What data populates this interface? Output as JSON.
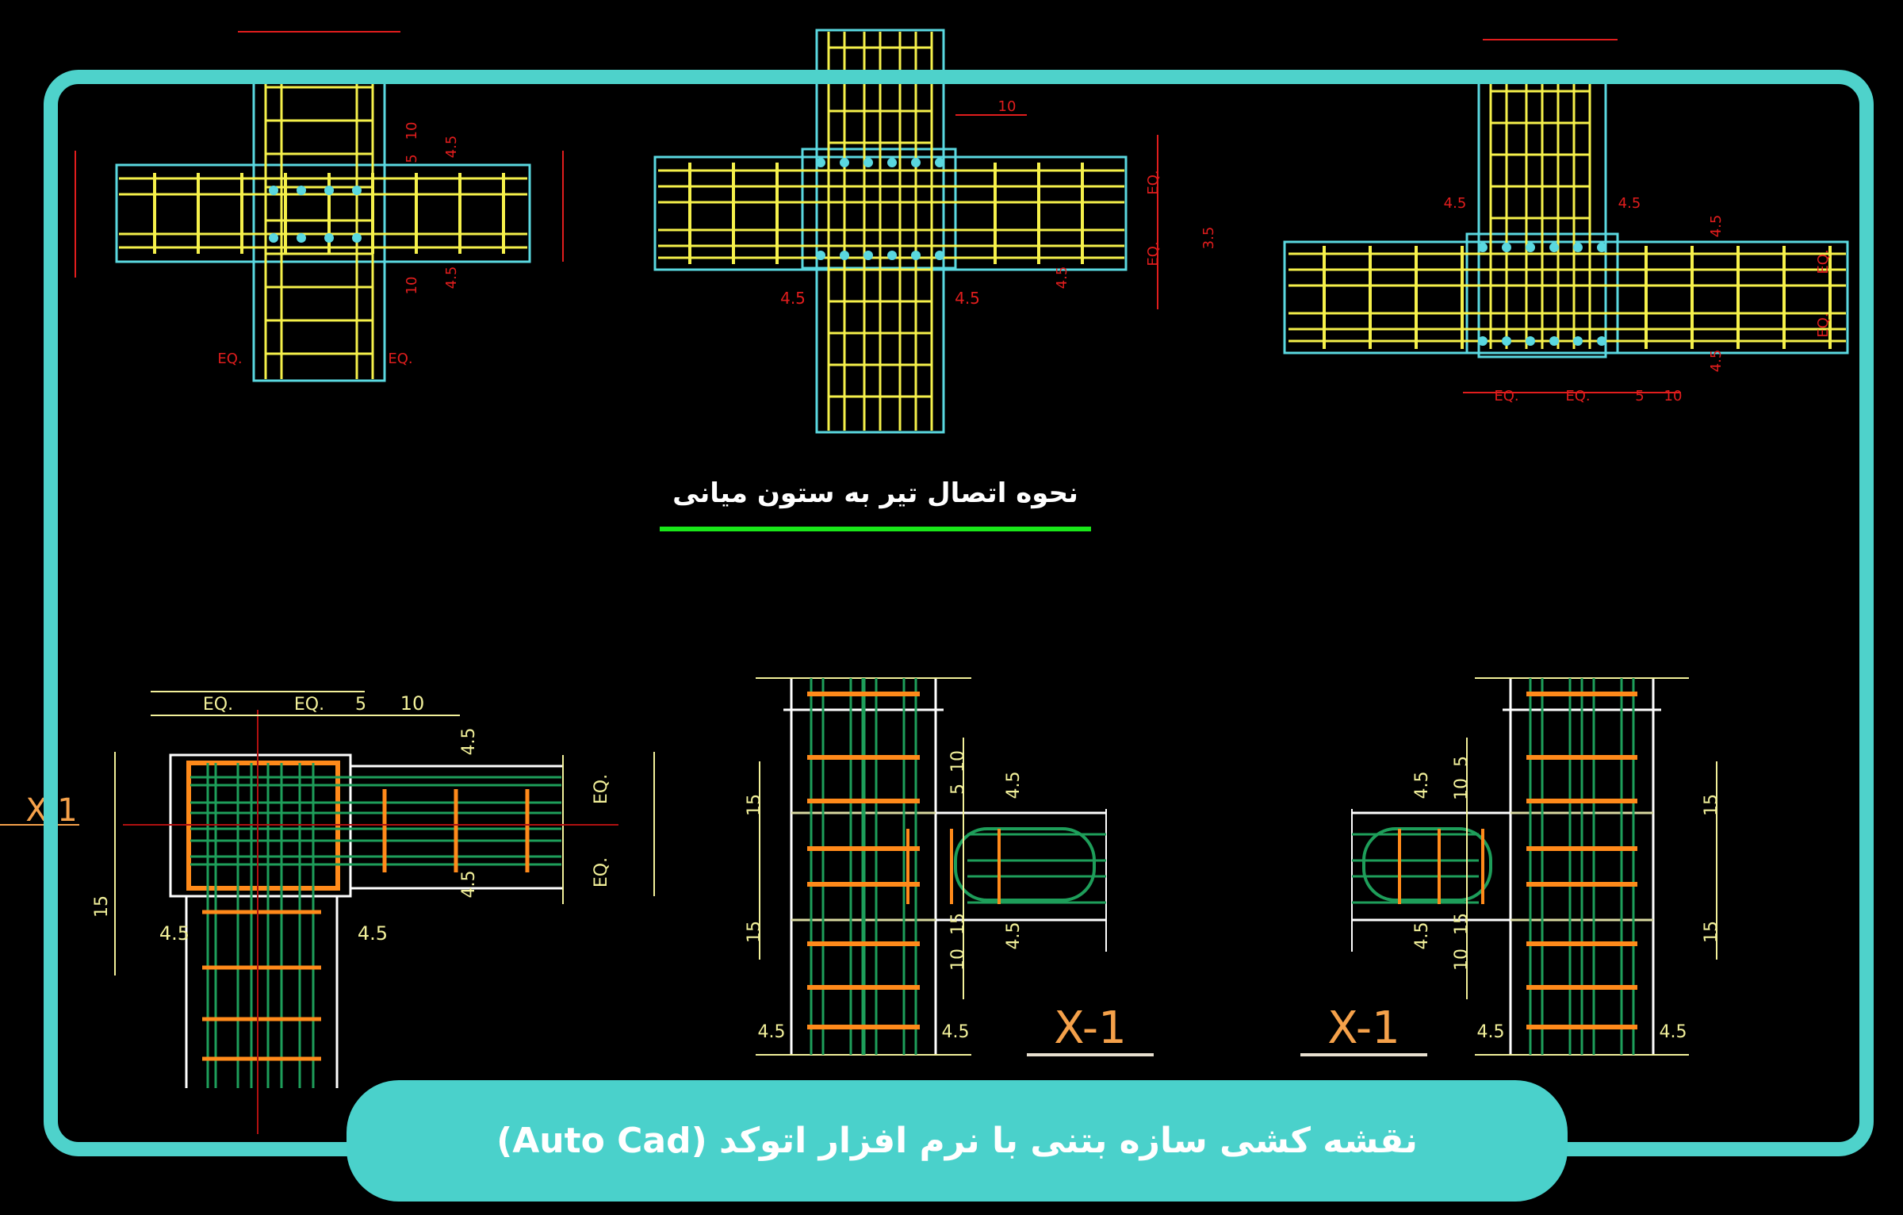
{
  "banner": {
    "text": "نقشه کشی سازه بتنی با نرم افزار اتوکد (Auto Cad)"
  },
  "drawing": {
    "title": "نحوه اتصال تیر به ستون میانی",
    "section_labels": [
      "X-1",
      "X-1",
      "X-1"
    ],
    "dimension_labels": {
      "bottom_left": [
        "EQ.",
        "EQ.",
        "5",
        "10",
        "4.5",
        "4.5",
        "EQ.",
        "EQ.",
        "15",
        "4.5",
        "4.5"
      ],
      "bottom_middle": [
        "15",
        "15",
        "5",
        "10",
        "4.5",
        "4.5",
        "10",
        "15",
        "4.5",
        "4.5"
      ],
      "bottom_right": [
        "4.5",
        "5",
        "10",
        "4.5",
        "10",
        "15",
        "15",
        "15",
        "4.5",
        "4.5"
      ],
      "top_middle": [
        "10",
        "EQ.",
        "EQ.",
        "3.5",
        "4.5",
        "4.5",
        "4.5"
      ],
      "top_left": [
        "5",
        "10",
        "4.5",
        "10",
        "4.5",
        "EQ.",
        "EQ."
      ],
      "top_right": [
        "4.5",
        "4.5",
        "4.5",
        "EQ.",
        "EQ.",
        "EQ.",
        "EQ.",
        "5",
        "10",
        "4.5"
      ]
    },
    "colors": {
      "frame": "#4ed2cb",
      "rebar_top": "#f5f04a",
      "rebar_bottom": "#1e9e5a",
      "stirrup": "#ff8a1a",
      "dimension": "#e11d1d",
      "concrete": "#5ad8e0",
      "underline": "#19e619"
    }
  }
}
